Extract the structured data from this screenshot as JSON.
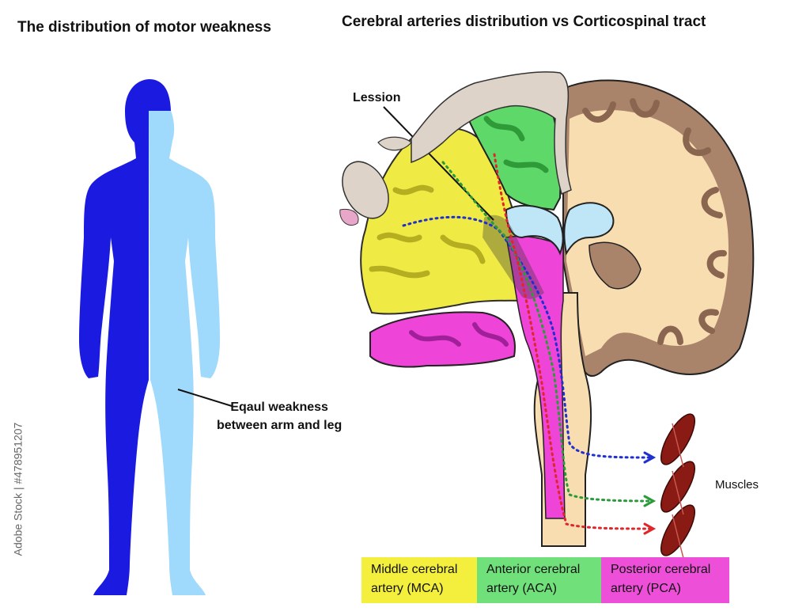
{
  "titles": {
    "left": "The distribution of motor weakness",
    "right": "Cerebral arteries distribution vs Corticospinal tract"
  },
  "labels": {
    "lesion": "Lession",
    "weakness_line1": "Eqaul weakness",
    "weakness_line2": "between arm and leg",
    "muscles": "Muscles"
  },
  "watermark": "Adobe Stock | #478951207",
  "legend": [
    {
      "line1": "Middle cerebral",
      "line2": "artery (MCA)",
      "color": "#f3ef3c"
    },
    {
      "line1": "Anterior cerebral",
      "line2": "artery (ACA)",
      "color": "#6fe07a"
    },
    {
      "line1": "Posterior cerebral",
      "line2": "artery (PCA)",
      "color": "#ee4fd9"
    }
  ],
  "colors": {
    "body_weak": "#1a1ae0",
    "body_normal": "#9fd9fb",
    "mca": "#f0ea3a",
    "aca": "#5fd86a",
    "pca": "#ee44d8",
    "white_matter": "#f8ddb0",
    "gray_matter": "#a9836a",
    "ventricle": "#bfe6f7",
    "tract_blue": "#1f2fd0",
    "tract_green": "#2a9a3a",
    "tract_red": "#e0262a",
    "muscle": "#8a1a14"
  }
}
